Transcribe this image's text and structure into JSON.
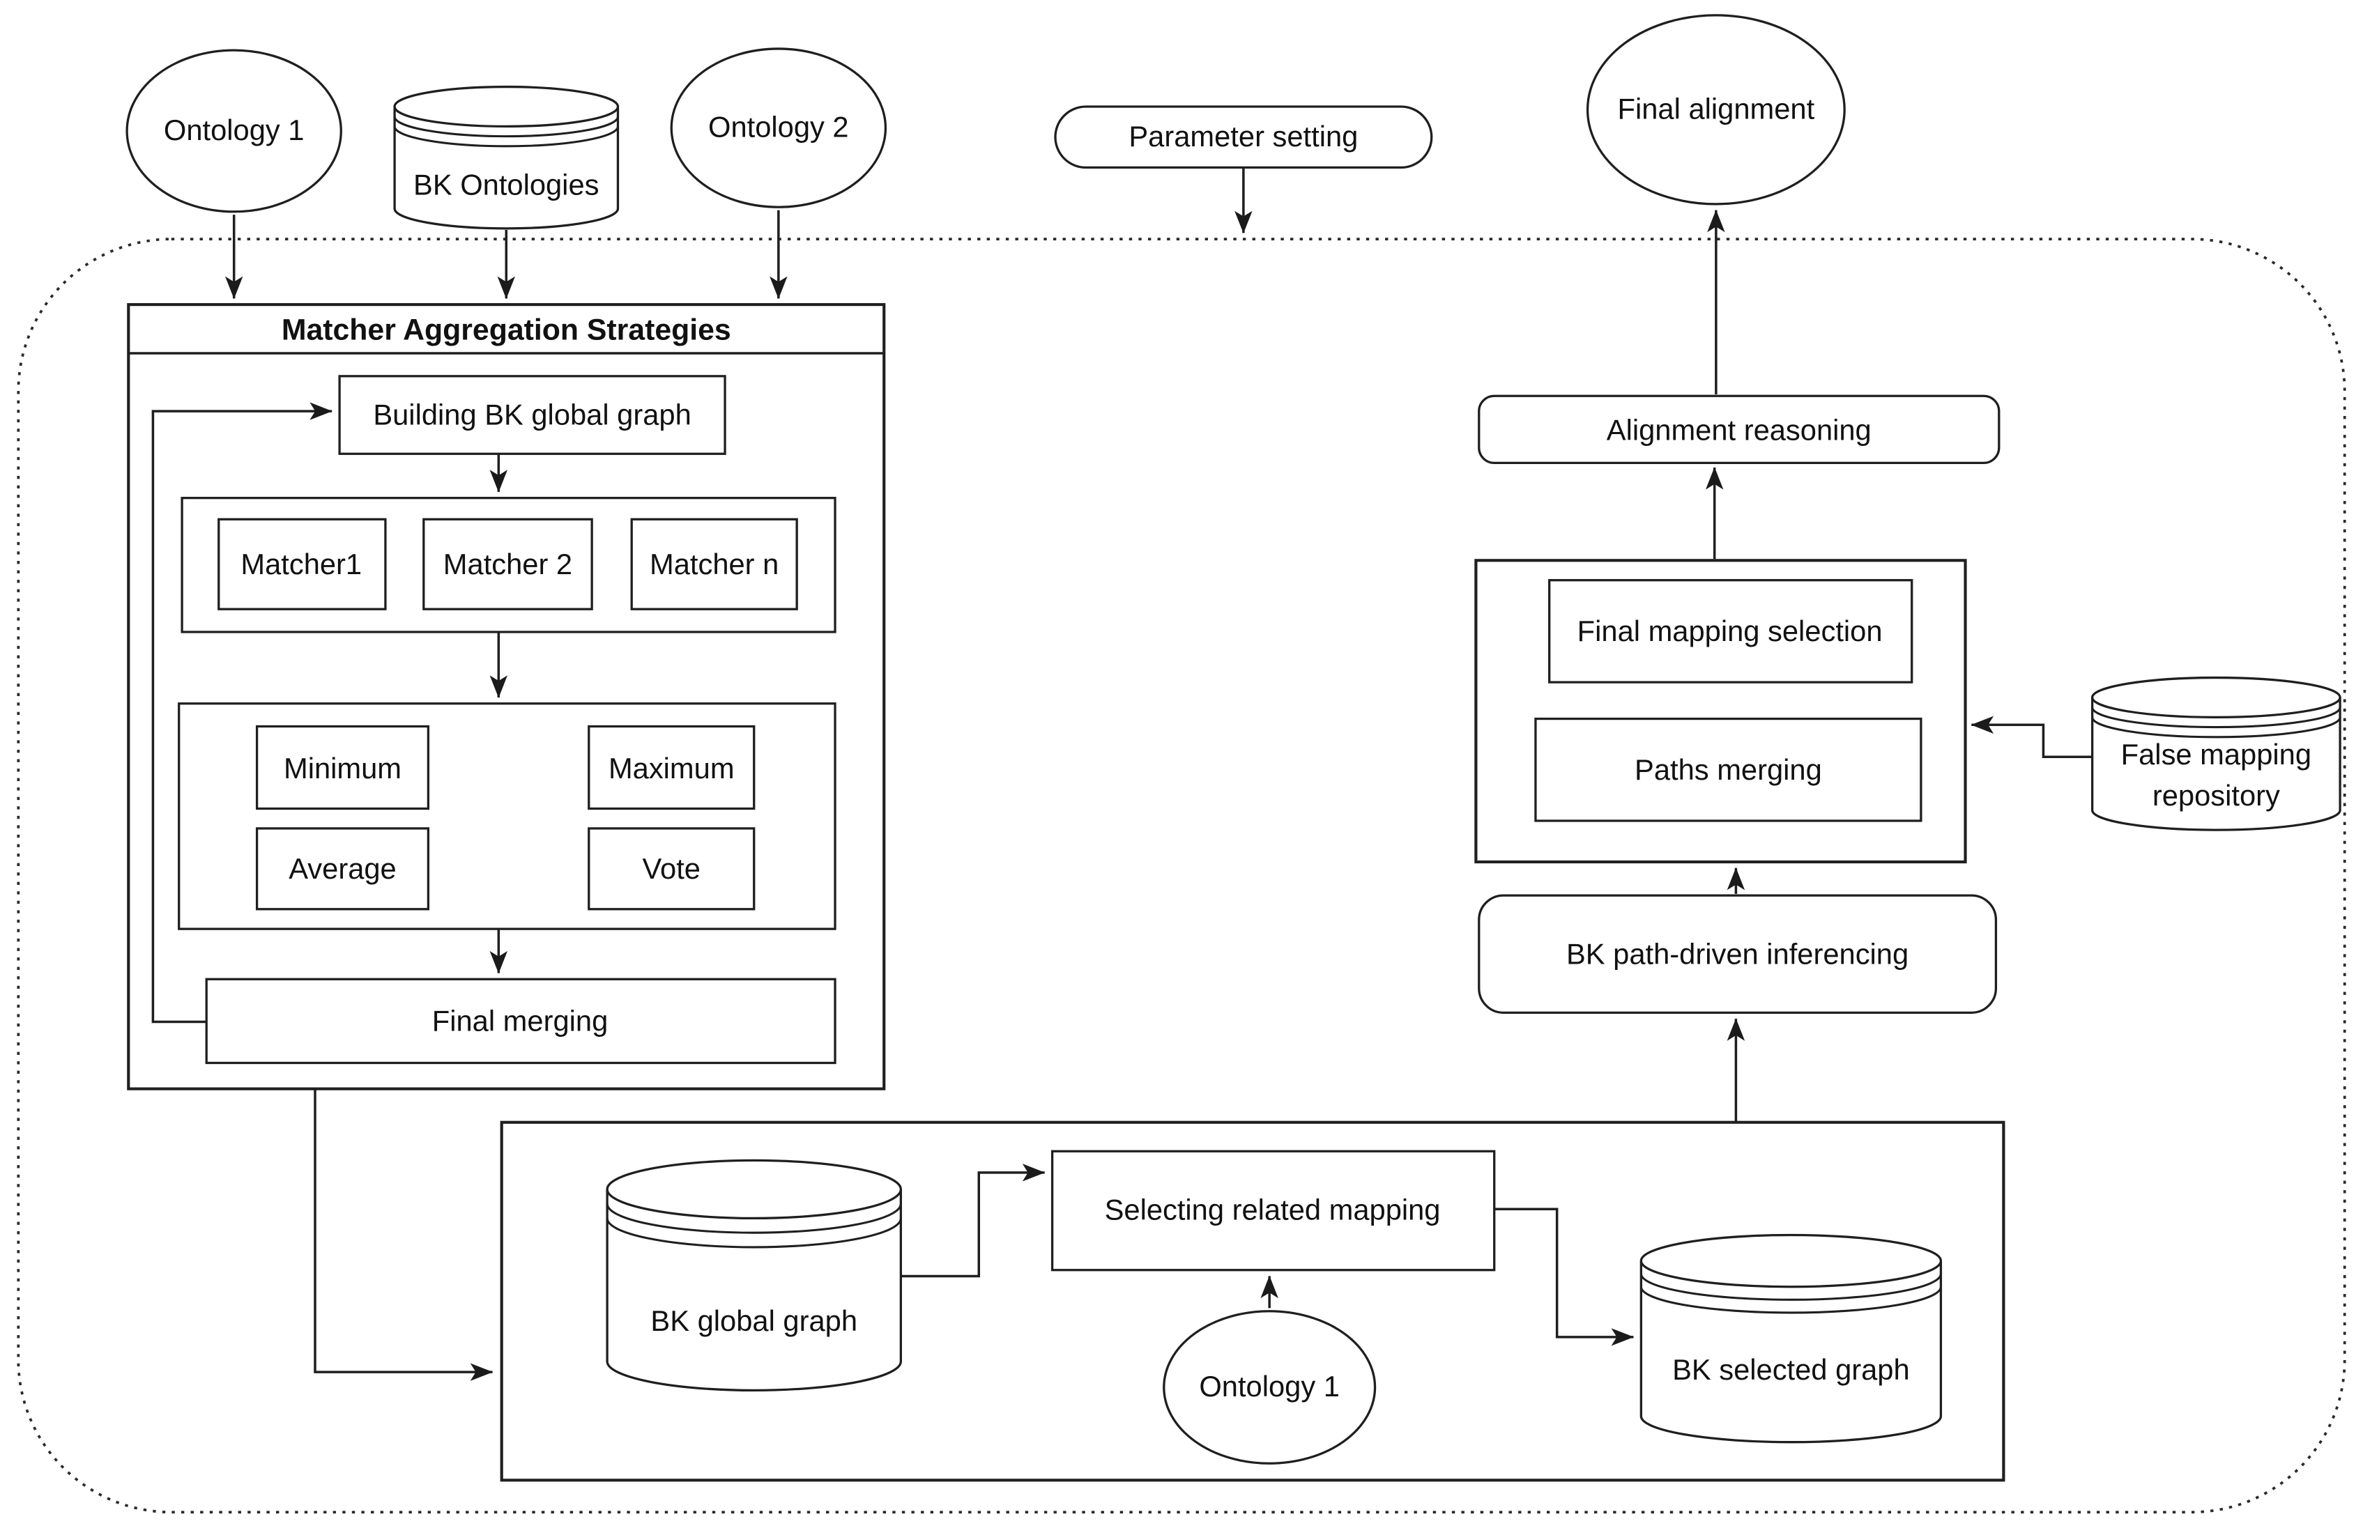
{
  "colors": {
    "line": "#1f1f1f",
    "text": "#111111",
    "background": "#ffffff"
  },
  "nodes": {
    "ontology1_top": "Ontology 1",
    "bk_ontologies": "BK Ontologies",
    "ontology2_top": "Ontology 2",
    "parameter_setting": "Parameter setting",
    "final_alignment": "Final alignment",
    "matcher_aggregation_title": "Matcher Aggregation Strategies",
    "building_bk_global_graph": "Building BK global graph",
    "matcher1": "Matcher1",
    "matcher2": "Matcher 2",
    "matcher_n": "Matcher n",
    "minimum": "Minimum",
    "maximum": "Maximum",
    "average": "Average",
    "vote": "Vote",
    "final_merging": "Final merging",
    "alignment_reasoning": "Alignment reasoning",
    "final_mapping_selection": "Final mapping selection",
    "paths_merging": "Paths merging",
    "false_mapping_repository": {
      "line1": "False mapping",
      "line2": "repository"
    },
    "bk_path_driven_inferencing": "BK path-driven inferencing",
    "bk_global_graph": "BK global graph",
    "selecting_related_mapping": "Selecting related mapping",
    "ontology1_bottom": "Ontology 1",
    "bk_selected_graph": "BK selected graph"
  }
}
